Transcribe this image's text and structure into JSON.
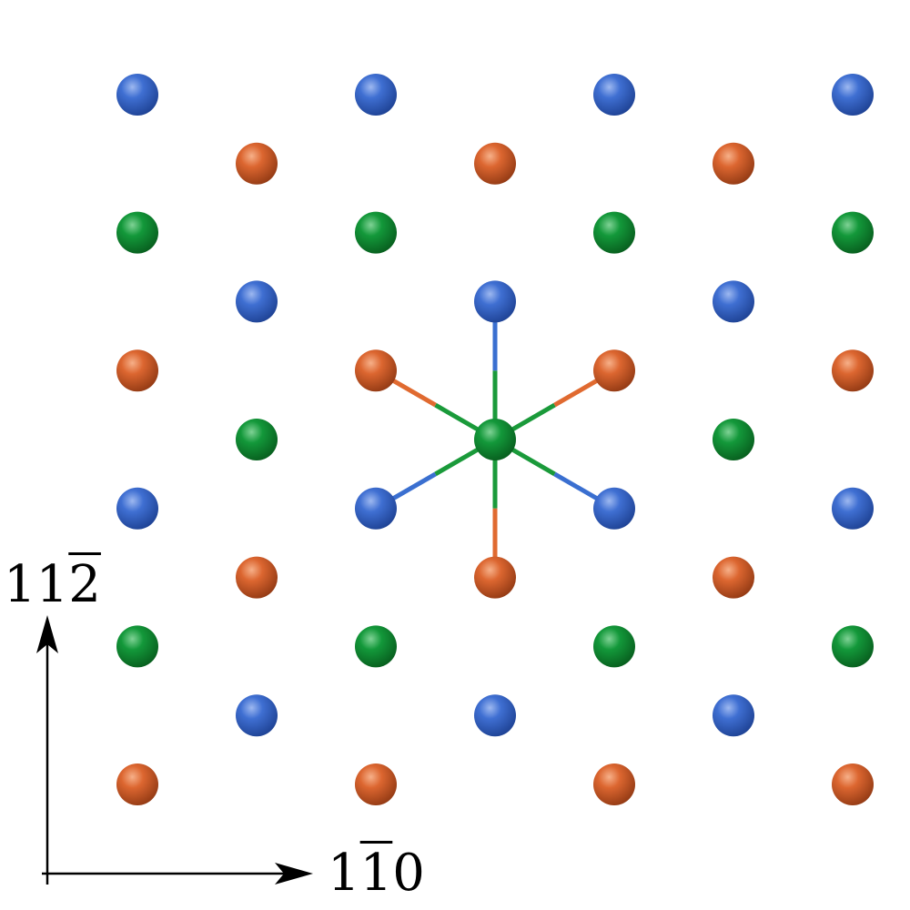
{
  "atom_colors": {
    "blue": "#2f5fc0",
    "orange": "#d8602c",
    "green": "#0f8a2f"
  },
  "bond_colors": {
    "blue": "#3a6fd0",
    "orange": "#e06a30",
    "green": "#1a9a3a"
  },
  "axes": {
    "vertical": {
      "prefix": "11",
      "overlined": "2",
      "suffix": ""
    },
    "horizontal": {
      "prefix": "1",
      "overlined": "1",
      "suffix": "0"
    }
  },
  "lattice": {
    "rows": [
      {
        "row": 0,
        "type": "blue",
        "offset": false
      },
      {
        "row": 1,
        "type": "orange",
        "offset": true
      },
      {
        "row": 2,
        "type": "green",
        "offset": false
      },
      {
        "row": 3,
        "type": "blue",
        "offset": true
      },
      {
        "row": 4,
        "type": "orange",
        "offset": false
      },
      {
        "row": 5,
        "type": "green",
        "offset": true
      },
      {
        "row": 6,
        "type": "blue",
        "offset": false
      },
      {
        "row": 7,
        "type": "orange",
        "offset": true
      },
      {
        "row": 8,
        "type": "green",
        "offset": false
      },
      {
        "row": 9,
        "type": "blue",
        "offset": true
      },
      {
        "row": 10,
        "type": "orange",
        "offset": false
      }
    ],
    "center": {
      "row": 5,
      "col": 1,
      "type": "green"
    },
    "neighbors": [
      {
        "row": 3,
        "col": 1,
        "type": "blue"
      },
      {
        "row": 4,
        "col": 1,
        "type": "orange"
      },
      {
        "row": 4,
        "col": 2,
        "type": "orange"
      },
      {
        "row": 6,
        "col": 1,
        "type": "blue"
      },
      {
        "row": 6,
        "col": 2,
        "type": "blue"
      },
      {
        "row": 7,
        "col": 1,
        "type": "orange"
      }
    ]
  }
}
